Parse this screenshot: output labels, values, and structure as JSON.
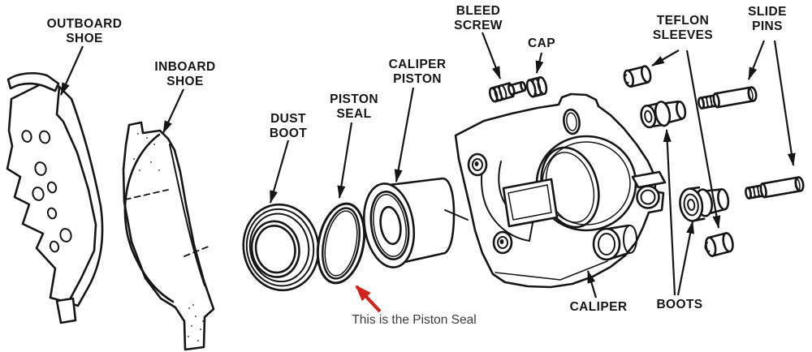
{
  "colors": {
    "ink": "#161616",
    "background": "#ffffff",
    "annotation_arrow": "#d1251c",
    "annotation_text": "#3c3c3c"
  },
  "labels": {
    "outboard_shoe": "OUTBOARD\nSHOE",
    "inboard_shoe": "INBOARD\nSHOE",
    "dust_boot": "DUST\nBOOT",
    "piston_seal": "PISTON\nSEAL",
    "caliper_piston": "CALIPER\nPISTON",
    "bleed_screw": "BLEED\nSCREW",
    "cap": "CAP",
    "teflon_sleeves": "TEFLON\nSLEEVES",
    "slide_pins": "SLIDE\nPINS",
    "caliper": "CALIPER",
    "boots": "BOOTS"
  },
  "annotation": {
    "text": "This is the Piston Seal"
  }
}
